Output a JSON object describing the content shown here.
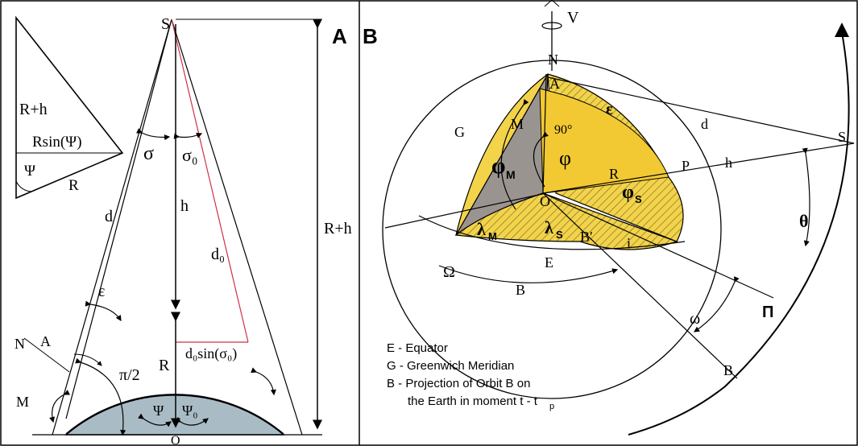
{
  "panel_a": {
    "label": "A",
    "inset": {
      "hyp": "R+h",
      "opp": "Rsin(Ψ)",
      "angle": "Ψ",
      "side": "R"
    },
    "labels": {
      "S": "S",
      "d": "d",
      "h": "h",
      "d0": "d₀",
      "R_plus_h": "R+h",
      "sigma": "σ",
      "sigma0": "σ₀",
      "epsilon": "ε",
      "N": "N",
      "A": "A",
      "M": "M",
      "O": "O",
      "R": "R",
      "pi2": "π/2",
      "psi": "Ψ",
      "psi0": "Ψ₀",
      "d0sin": "d₀sin(σ₀)"
    }
  },
  "panel_b": {
    "label": "B",
    "labels": {
      "V": "V",
      "N": "N",
      "A": "A",
      "epsilon": "ε",
      "G": "G",
      "M": "M",
      "angle90": "90°",
      "phiM": "φ",
      "phiM_sub": "M",
      "phi": "φ",
      "d": "d",
      "S": "S",
      "P": "P",
      "h": "h",
      "R": "R",
      "phiS": "φ",
      "phiS_sub": "S",
      "O": "O",
      "lambdaM": "λ",
      "lambdaM_sub": "M",
      "lambdaS": "λ",
      "lambdaS_sub": "S",
      "Bprime": "B′",
      "i": "i",
      "theta": "θ",
      "E": "E",
      "Omega": "Ω",
      "B": "B",
      "Pi": "Π",
      "omega": "ω",
      "B2": "B"
    },
    "legend": [
      "E - Equator",
      "G - Greenwich Meridian",
      "B - Projection of Orbit B on",
      "the Earth in moment t - t"
    ],
    "legend_sub": "p"
  },
  "colors": {
    "cap": "#a9bcc6",
    "yellow": "#f2d34a",
    "gray": "#9a9490",
    "line": "#000000",
    "red": "#cc3344"
  }
}
